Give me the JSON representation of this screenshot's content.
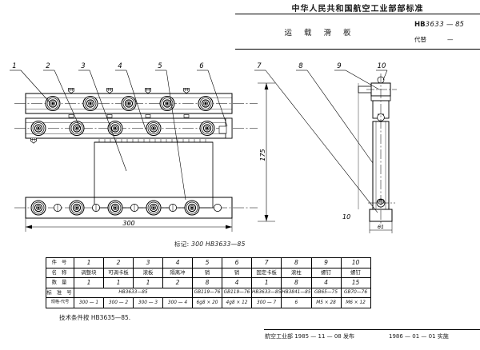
{
  "header": {
    "title": "中华人民共和国航空工业部部标准",
    "subtitle": "运 载 滑 板",
    "code_prefix": "HB",
    "code_number": "3633",
    "code_suffix": "— 85",
    "replaces_label": "代替",
    "replaces_value": "—"
  },
  "drawing": {
    "leaders_left": [
      "1",
      "2",
      "3",
      "4",
      "5",
      "6"
    ],
    "leaders_right": [
      "7",
      "8",
      "9",
      "10"
    ],
    "dim_length": "300",
    "dim_height": "175",
    "dim_width": "61",
    "side_label": "10"
  },
  "marking": {
    "label": "标记:",
    "value": "300  HB3633—85"
  },
  "parts_table": {
    "row_labels": [
      "件    号",
      "名    称",
      "数    量",
      "标 准 号",
      "规格-代号"
    ],
    "columns": [
      "1",
      "2",
      "3",
      "4",
      "5",
      "6",
      "7",
      "8",
      "9",
      "10"
    ],
    "names": [
      "调整块",
      "可调卡板",
      "滚板",
      "隔离冲",
      "销",
      "销",
      "固定卡板",
      "滚柱",
      "螺钉",
      "螺钉"
    ],
    "quantities": [
      "1",
      "1",
      "1",
      "2",
      "8",
      "4",
      "1",
      "8",
      "4",
      "15"
    ],
    "standards_merged_1to4": "HB3633—85",
    "standards": [
      "",
      "",
      "",
      "",
      "GB119—76",
      "GB119—76",
      "HB3633—85",
      "HB3841—85",
      "GB65—75",
      "GB70—76"
    ],
    "specs": [
      "300 — 1",
      "300 — 2",
      "300 — 3",
      "300 — 4",
      "6g8 × 20",
      "4g8 × 12",
      "300 — 7",
      "6",
      "M5 × 28",
      "M6 × 12"
    ]
  },
  "tech_note": "技术条件按 HB3635—85.",
  "footer": {
    "issuer": "航空工业部 1985 — 11 — 08 发布",
    "effective": "1986 — 01 — 01 实施"
  }
}
